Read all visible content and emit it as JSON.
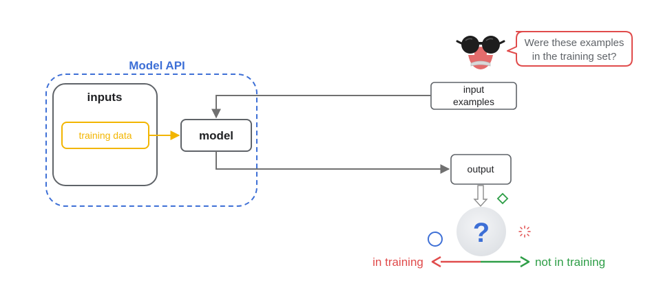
{
  "diagram": {
    "model_api_label": "Model API",
    "inputs_label": "inputs",
    "training_data_label": "training data",
    "model_label": "model",
    "input_examples_line1": "input",
    "input_examples_line2": "examples",
    "output_label": "output",
    "speech_line1": "Were these examples",
    "speech_line2": "in the training set?",
    "question_mark": "?",
    "in_training_label": "in training",
    "not_in_training_label": "not in training"
  },
  "colors": {
    "model_api_blue": "#3d6fd6",
    "training_yellow": "#f2b500",
    "speech_red": "#e04b4b",
    "in_training_red": "#e04b4b",
    "not_in_training_green": "#2e9e47",
    "box_stroke": "#5f6368",
    "arrow_gray": "#707070"
  },
  "icons": {
    "attacker": "disguise-glasses-icon",
    "circle_shape": "circle-outline-icon",
    "diamond_shape": "diamond-outline-icon",
    "burst_shape": "burst-outline-icon"
  }
}
